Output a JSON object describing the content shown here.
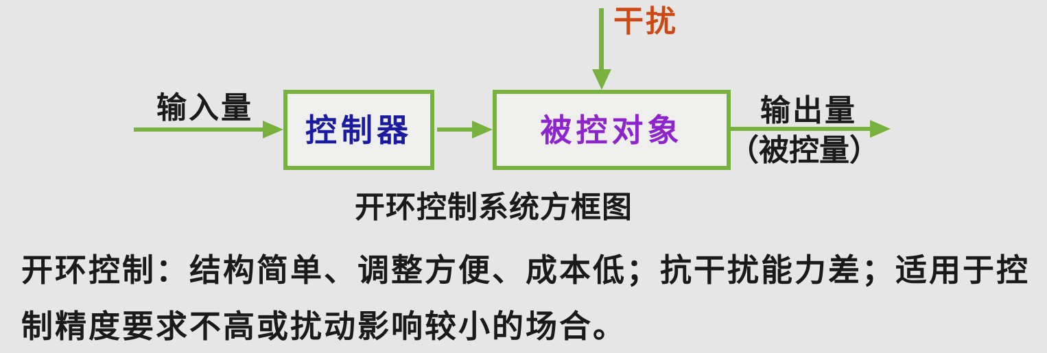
{
  "diagram": {
    "disturbance_label": "干扰",
    "input_label": "输入量",
    "controller_label": "控制器",
    "plant_label": "被控对象",
    "output_label_line1": "输出量",
    "output_label_line2": "（被控量）",
    "caption": "开环控制系统方框图"
  },
  "description": {
    "line1": "开环控制：结构简单、调整方便、成本低；抗干扰能力差；适用于控",
    "line2": "制精度要求不高或扰动影响较小的场合。"
  },
  "colors": {
    "background": "#e6e6e6",
    "box_fill": "#efefed",
    "arrow_green": "#79b13f",
    "controller_text": "#1b1ba0",
    "plant_text": "#8c25cc",
    "disturbance_text": "#cc4814",
    "body_text": "#1a1a1a"
  }
}
